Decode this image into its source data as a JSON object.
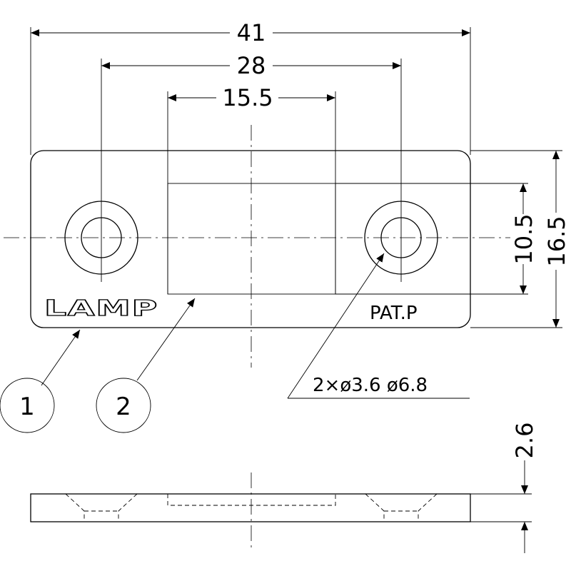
{
  "dimensions": {
    "overall_width": "41",
    "hole_pitch": "28",
    "recess_width": "15.5",
    "recess_height": "10.5",
    "overall_height": "16.5",
    "thickness": "2.6"
  },
  "hole_callout": "2×ø3.6 ø6.8",
  "markings": {
    "brand": "LAMP",
    "patent": "PAT.P"
  },
  "balloons": [
    "1",
    "2"
  ]
}
